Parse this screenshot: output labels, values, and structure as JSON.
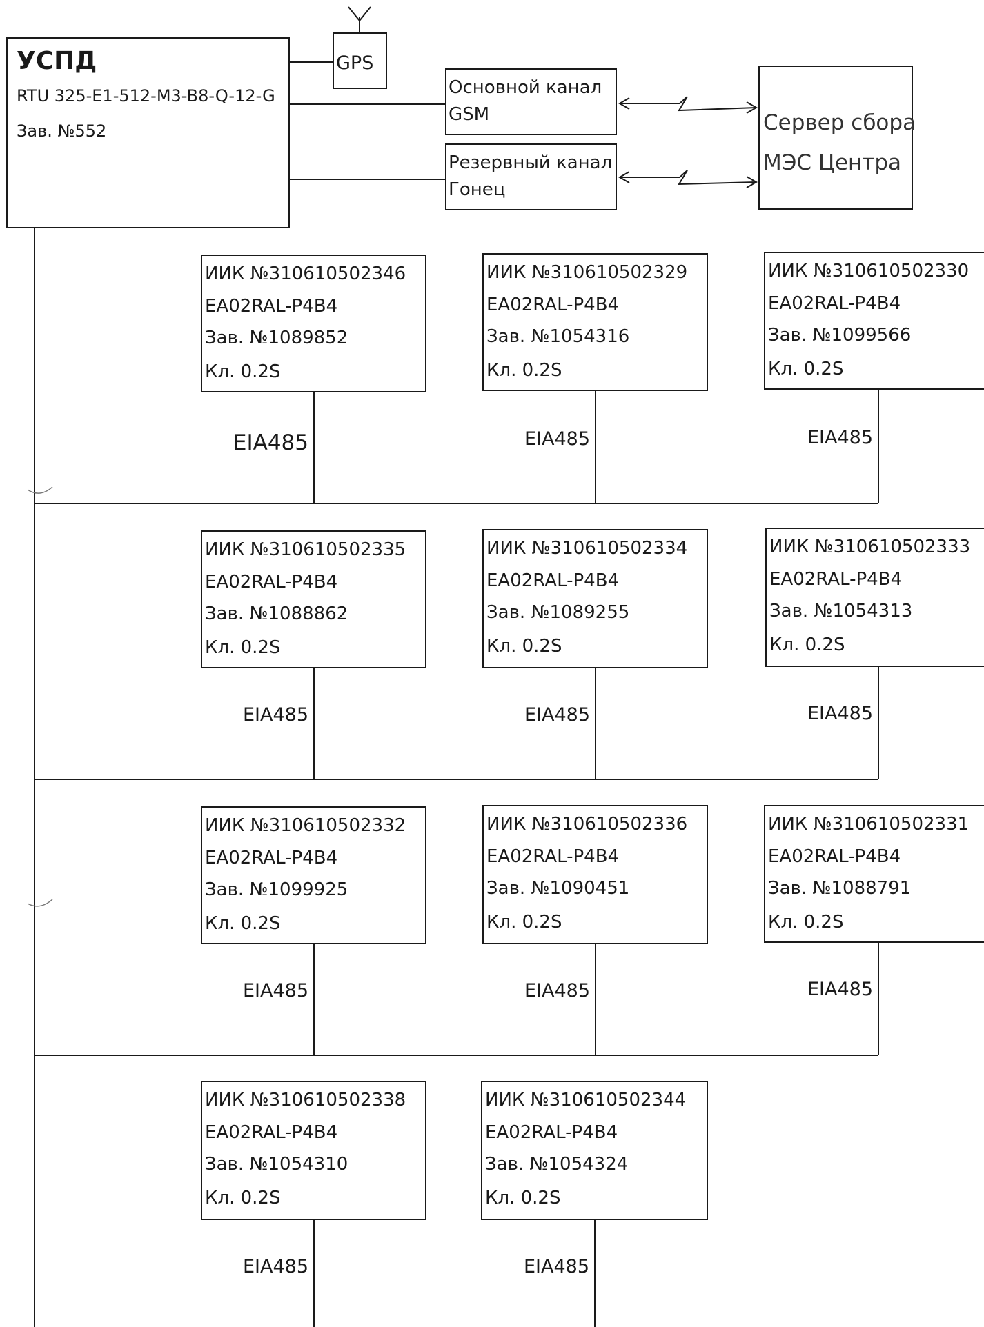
{
  "uspd": {
    "title": "УСПД",
    "model": "RTU 325-E1-512-M3-B8-Q-12-G",
    "serial": "Зав. №552"
  },
  "gps": {
    "label": "GPS",
    "icon": "antenna-icon"
  },
  "channels": {
    "main": {
      "line1": "Основной канал",
      "line2": "GSM"
    },
    "reserve": {
      "line1": "Резервный канал",
      "line2": "Гонец"
    }
  },
  "server": {
    "line1": "Сервер сбора",
    "line2": "МЭС Центра"
  },
  "meters": [
    {
      "id": "ИИК №310610502346",
      "model": "EA02RAL-P4B4",
      "serial": "Зав. №1089852",
      "cls": "Кл. 0.2S",
      "bus": "EIA485"
    },
    {
      "id": "ИИК №310610502329",
      "model": "EA02RAL-P4B4",
      "serial": "Зав. №1054316",
      "cls": "Кл. 0.2S",
      "bus": "EIA485"
    },
    {
      "id": "ИИК №310610502330",
      "model": "EA02RAL-P4B4",
      "serial": "Зав. №1099566",
      "cls": "Кл. 0.2S",
      "bus": "EIA485"
    },
    {
      "id": "ИИК №310610502335",
      "model": "EA02RAL-P4B4",
      "serial": "Зав. №1088862",
      "cls": "Кл. 0.2S",
      "bus": "EIA485"
    },
    {
      "id": "ИИК №310610502334",
      "model": "EA02RAL-P4B4",
      "serial": "Зав. №1089255",
      "cls": "Кл. 0.2S",
      "bus": "EIA485"
    },
    {
      "id": "ИИК №310610502333",
      "model": "EA02RAL-P4B4",
      "serial": "Зав. №1054313",
      "cls": "Кл. 0.2S",
      "bus": "EIA485"
    },
    {
      "id": "ИИК №310610502332",
      "model": "EA02RAL-P4B4",
      "serial": "Зав. №1099925",
      "cls": "Кл. 0.2S",
      "bus": "EIA485"
    },
    {
      "id": "ИИК №310610502336",
      "model": "EA02RAL-P4B4",
      "serial": "Зав. №1090451",
      "cls": "Кл. 0.2S",
      "bus": "EIA485"
    },
    {
      "id": "ИИК №310610502331",
      "model": "EA02RAL-P4B4",
      "serial": "Зав. №1088791",
      "cls": "Кл. 0.2S",
      "bus": "EIA485"
    },
    {
      "id": "ИИК №310610502338",
      "model": "EA02RAL-P4B4",
      "serial": "Зав. №1054310",
      "cls": "Кл. 0.2S",
      "bus": "EIA485"
    },
    {
      "id": "ИИК №310610502344",
      "model": "EA02RAL-P4B4",
      "serial": "Зав. №1054324",
      "cls": "Кл. 0.2S",
      "bus": "EIA485"
    }
  ]
}
